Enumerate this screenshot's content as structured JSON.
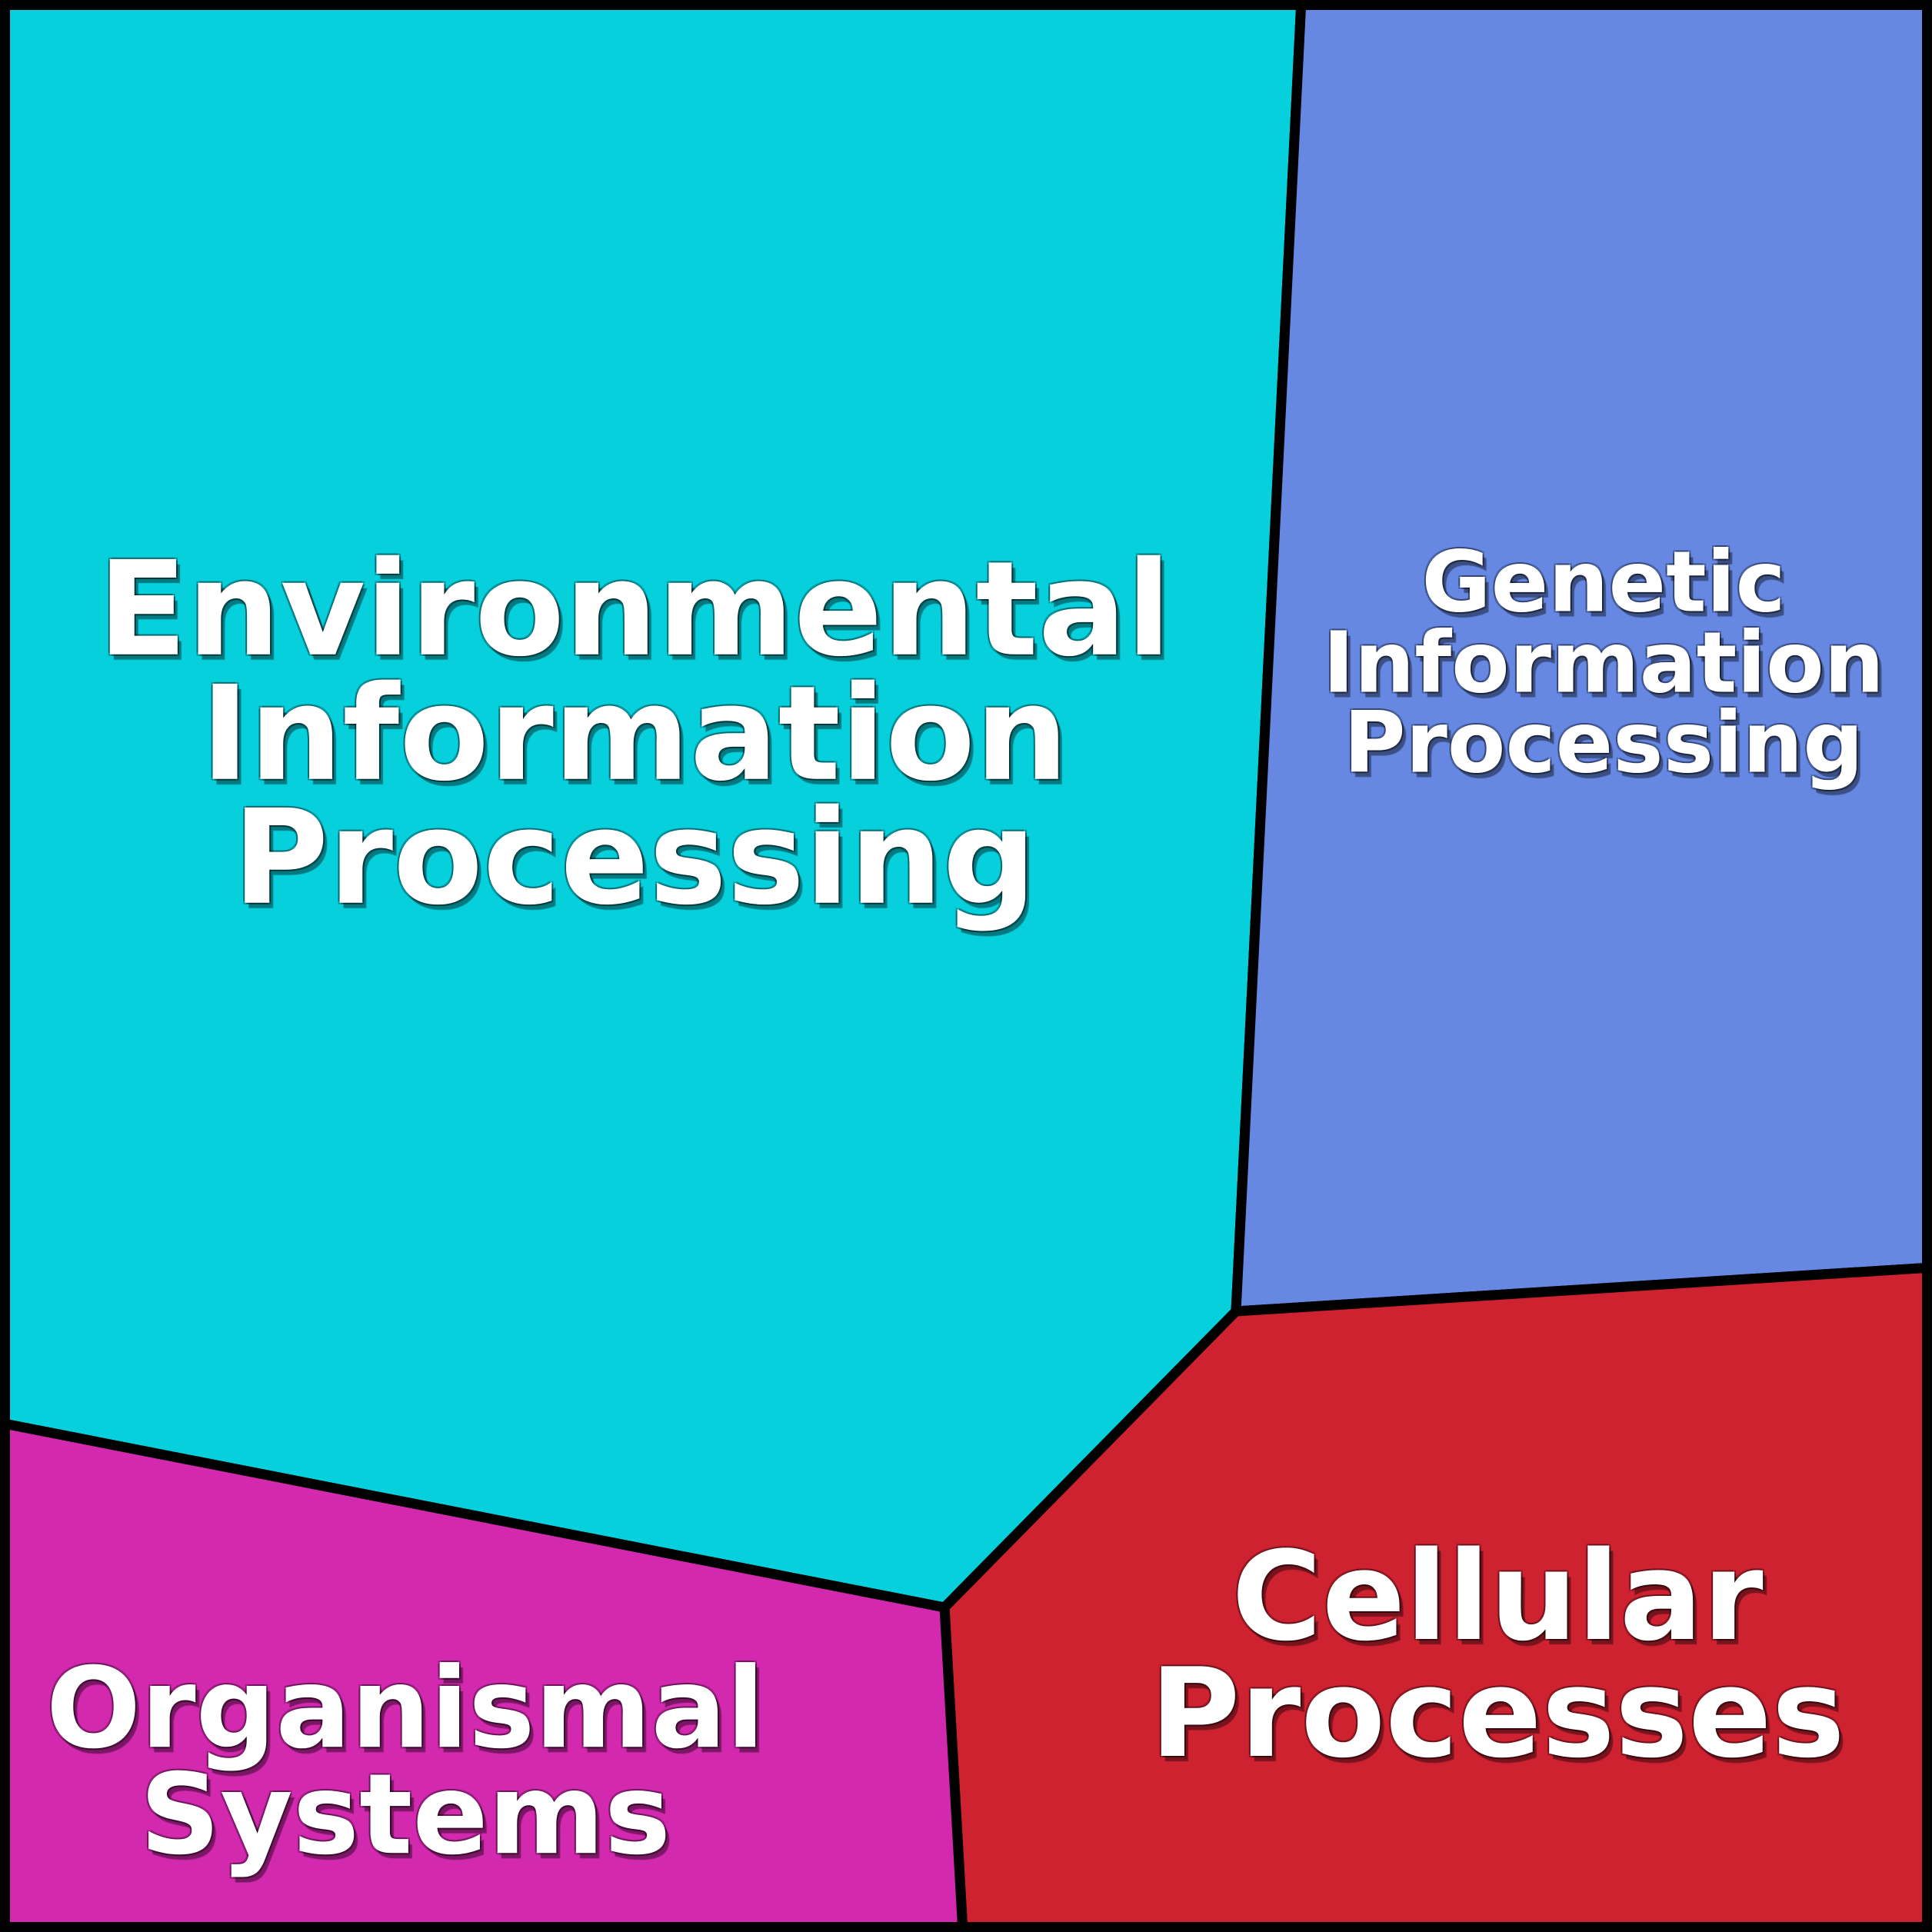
{
  "chart_data": {
    "type": "treemap",
    "subtype": "voronoi-treemap",
    "title": "",
    "canvas_size": 2512,
    "line_color": "#000000",
    "line_width": 13,
    "text_color": "#FFFFFF",
    "legend": "none",
    "regions": [
      {
        "label": "Environmental Information Processing",
        "lines": [
          "Environmental",
          "Information",
          "Processing"
        ],
        "color": "#07D0DD",
        "area_fraction": 0.509,
        "vertices": [
          [
            0,
            0
          ],
          [
            1692,
            0
          ],
          [
            1607,
            1705
          ],
          [
            1228,
            2090
          ],
          [
            0,
            1850
          ]
        ],
        "label_center": [
          825,
          955
        ]
      },
      {
        "label": "Genetic Information Processing",
        "lines": [
          "Genetic",
          "Information",
          "Processing"
        ],
        "color": "#6688E2",
        "area_fraction": 0.229,
        "vertices": [
          [
            1692,
            0
          ],
          [
            2512,
            0
          ],
          [
            2512,
            1648
          ],
          [
            1607,
            1705
          ]
        ],
        "label_center": [
          2085,
          861
        ]
      },
      {
        "label": "Cellular Processes",
        "lines": [
          "Cellular",
          "Processes"
        ],
        "color": "#CE2231",
        "area_fraction": 0.156,
        "vertices": [
          [
            1607,
            1705
          ],
          [
            2512,
            1648
          ],
          [
            2512,
            2512
          ],
          [
            1252,
            2512
          ],
          [
            1228,
            2090
          ]
        ],
        "label_center": [
          1947,
          2152
        ]
      },
      {
        "label": "Organismal Systems",
        "lines": [
          "Organismal",
          "Systems"
        ],
        "color": "#D329AF",
        "area_fraction": 0.106,
        "vertices": [
          [
            0,
            1850
          ],
          [
            1228,
            2090
          ],
          [
            1252,
            2512
          ],
          [
            0,
            2512
          ]
        ],
        "label_center": [
          527,
          2291
        ]
      }
    ]
  }
}
